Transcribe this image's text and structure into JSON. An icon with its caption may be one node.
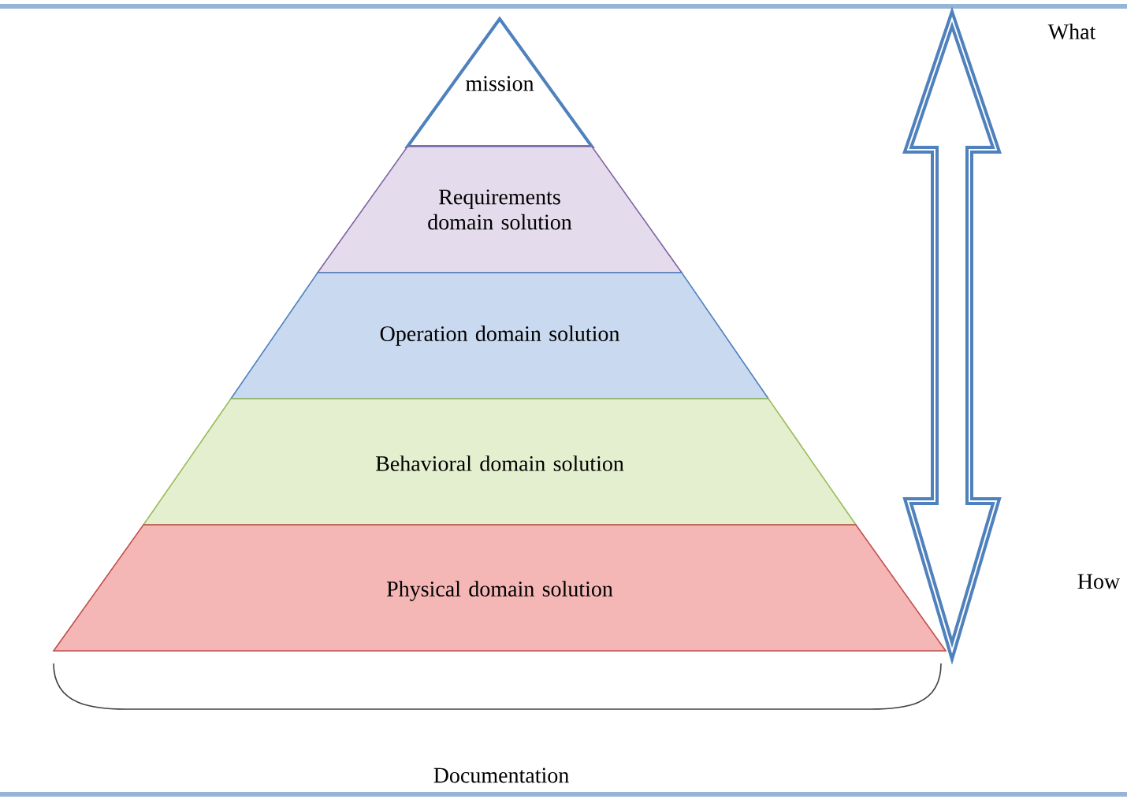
{
  "diagram": {
    "nodes": [
      {
        "text": [
          "mission"
        ]
      },
      {
        "text": [
          "Requirements domain solution"
        ]
      },
      {
        "text": [
          "Operation domain solution"
        ]
      },
      {
        "text": [
          "Behavioral domain solution"
        ]
      },
      {
        "text": [
          "Physical domain solution"
        ]
      }
    ],
    "labels": [
      "What",
      "How",
      "Documentation"
    ]
  }
}
